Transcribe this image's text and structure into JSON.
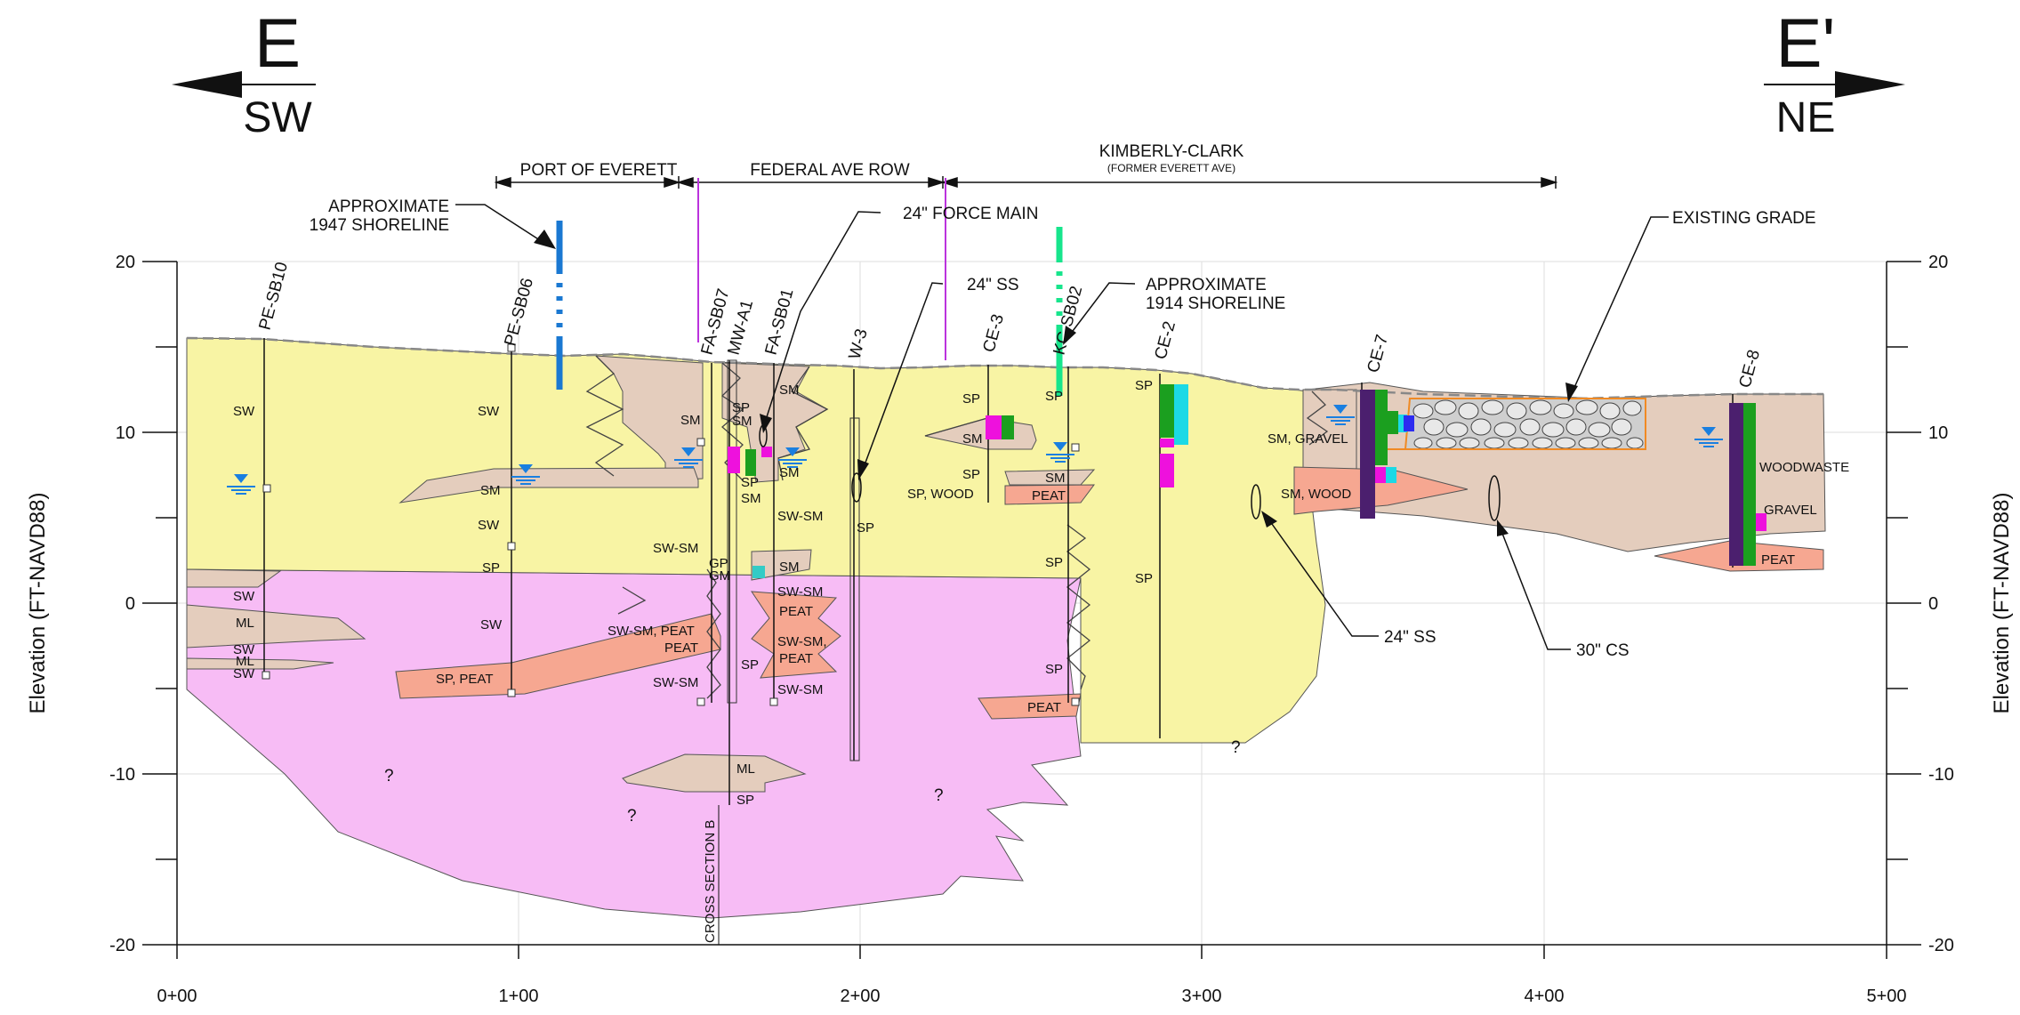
{
  "header": {
    "left_section": "E",
    "left_direction": "SW",
    "right_section": "E'",
    "right_direction": "NE"
  },
  "property_bands": [
    {
      "label": "PORT OF EVERETT",
      "sub": ""
    },
    {
      "label": "FEDERAL AVE ROW",
      "sub": ""
    },
    {
      "label": "KIMBERLY-CLARK",
      "sub": "(FORMER EVERETT AVE)"
    }
  ],
  "axes": {
    "ylabel_left": "Elevation (FT-NAVD88)",
    "ylabel_right": "Elevation (FT-NAVD88)",
    "y_ticks": [
      "20",
      "10",
      "0",
      "-10",
      "-20"
    ],
    "x_ticks": [
      "0+00",
      "1+00",
      "2+00",
      "3+00",
      "4+00",
      "5+00"
    ]
  },
  "callouts": {
    "shoreline_1947": [
      "APPROXIMATE",
      "1947 SHORELINE"
    ],
    "force_main": "24\" FORCE MAIN",
    "ss_upper": "24\" SS",
    "shoreline_1914": [
      "APPROXIMATE",
      "1914 SHORELINE"
    ],
    "existing_grade": "EXISTING GRADE",
    "ss_lower": "24\" SS",
    "cs": "30\" CS",
    "cross_section_b": "CROSS SECTION B"
  },
  "borings": [
    "PE-SB10",
    "PE-SB06",
    "FA-SB07",
    "MW-A1",
    "FA-SB01",
    "W-3",
    "CE-3",
    "KC-SB02",
    "CE-2",
    "CE-7",
    "CE-8"
  ],
  "soil_labels": {
    "sb10": [
      "SW",
      "SW",
      "ML",
      "SW",
      "ML",
      "SW"
    ],
    "sb06": [
      "SW",
      "SM",
      "SW",
      "SP",
      "SW",
      "SP, PEAT"
    ],
    "fa_left": [
      "SM",
      "SW-SM",
      "SW-SM, PEAT",
      "PEAT",
      "SW-SM"
    ],
    "fa_mid": [
      "SM",
      "SP",
      "SM",
      "SP",
      "SM",
      "GP",
      "GM"
    ],
    "fa_right": [
      "SM",
      "SM",
      "SW-SM",
      "SM",
      "SW-SM",
      "PEAT",
      "SW-SM,",
      "PEAT",
      "SP",
      "SW-SM"
    ],
    "fa_bottom": [
      "ML",
      "SP"
    ],
    "w3": [
      "SP"
    ],
    "ce3": [
      "SP",
      "SM",
      "SP",
      "SP, WOOD"
    ],
    "kc": [
      "SP",
      "SM",
      "PEAT",
      "SP",
      "SP",
      "PEAT"
    ],
    "ce2": [
      "SP",
      "SP"
    ],
    "ce7": [
      "SM, GRAVEL",
      "SM, WOOD"
    ],
    "ce8": [
      "WOODWASTE",
      "GRAVEL",
      "PEAT"
    ],
    "unknown": [
      "?",
      "?",
      "?",
      "?"
    ]
  },
  "colors": {
    "sand": "#f8f4a4",
    "pink": "#f7bcf5",
    "silt": "#e4cdbd",
    "peat": "#f6a791",
    "grade_dash": "#888888",
    "shore_1947": "#1a78d2",
    "shore_1914": "#17e58c",
    "purple_line": "#bb33dd",
    "water": "#1a7fe0",
    "orange_line": "#f08a24"
  }
}
